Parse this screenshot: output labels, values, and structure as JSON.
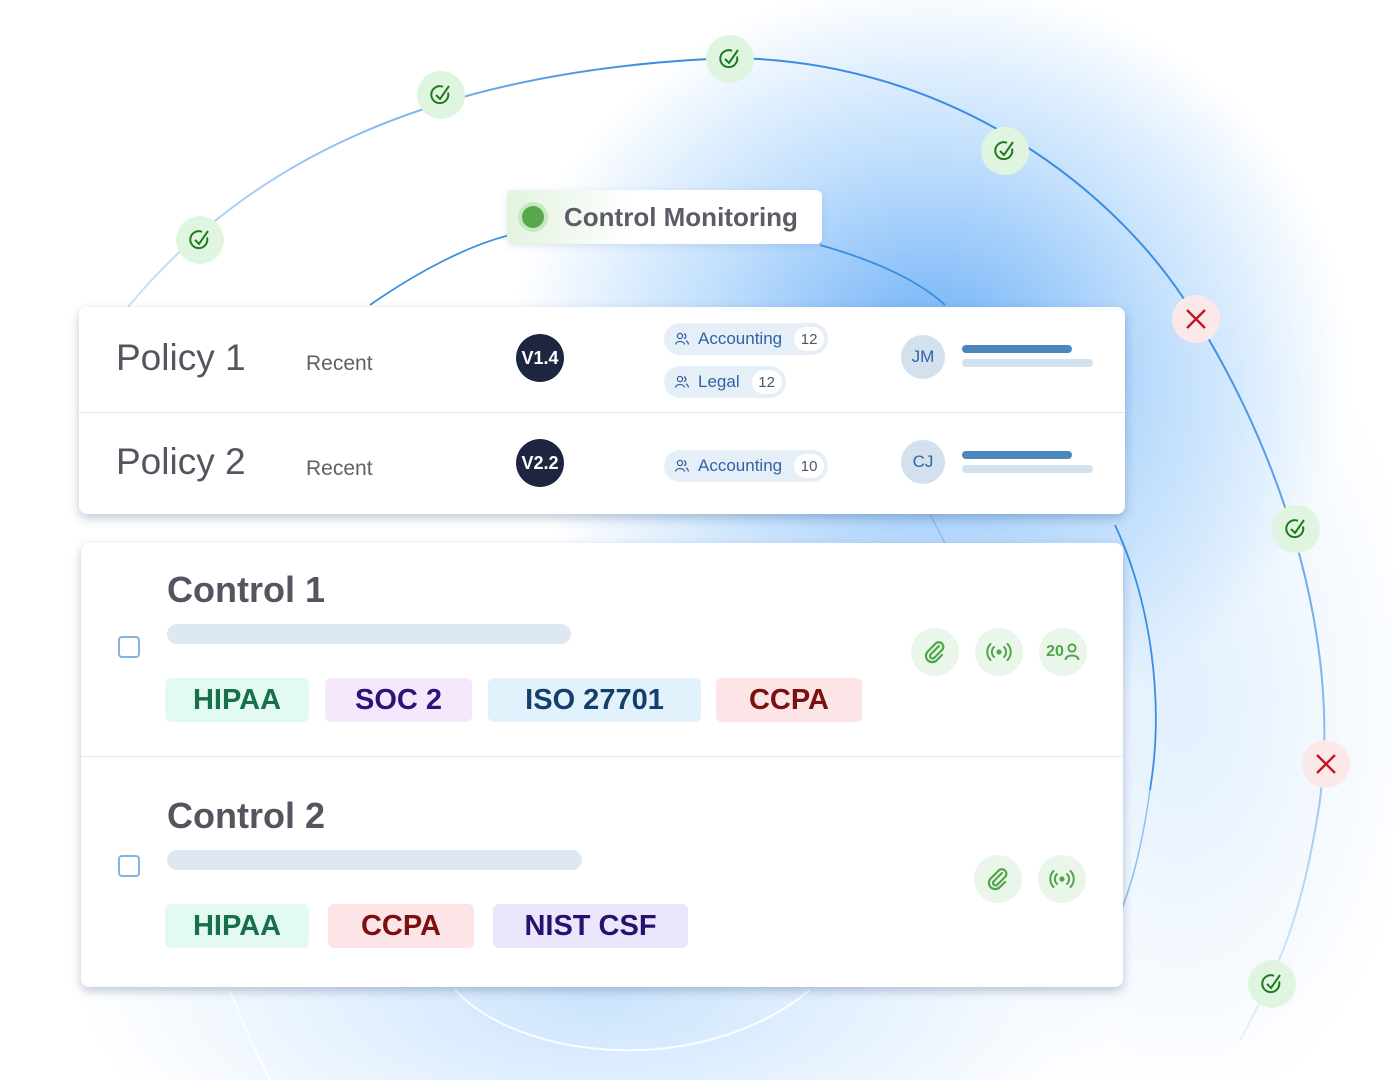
{
  "badge": {
    "label": "Control Monitoring",
    "status_color": "#5aa64f"
  },
  "orbit_nodes": [
    {
      "status": "pass",
      "icon": "check-circle-icon"
    },
    {
      "status": "pass",
      "icon": "check-circle-icon"
    },
    {
      "status": "pass",
      "icon": "check-circle-icon"
    },
    {
      "status": "pass",
      "icon": "check-circle-icon"
    },
    {
      "status": "fail",
      "icon": "x-icon"
    },
    {
      "status": "pass",
      "icon": "check-circle-icon"
    },
    {
      "status": "fail",
      "icon": "x-icon"
    },
    {
      "status": "pass",
      "icon": "check-circle-icon"
    }
  ],
  "policies": [
    {
      "title": "Policy 1",
      "status": "Recent",
      "version": "V1.4",
      "departments": [
        {
          "name": "Accounting",
          "count": "12"
        },
        {
          "name": "Legal",
          "count": "12"
        }
      ],
      "owner_initials": "JM"
    },
    {
      "title": "Policy 2",
      "status": "Recent",
      "version": "V2.2",
      "departments": [
        {
          "name": "Accounting",
          "count": "10"
        }
      ],
      "owner_initials": "CJ"
    }
  ],
  "controls": [
    {
      "title": "Control 1",
      "frameworks": [
        {
          "label": "HIPAA",
          "bg": "#e3faf2",
          "fg": "#17704a"
        },
        {
          "label": "SOC 2",
          "bg": "#f5e8fc",
          "fg": "#2f1278"
        },
        {
          "label": "ISO 27701",
          "bg": "#e2f2fd",
          "fg": "#143f6b"
        },
        {
          "label": "CCPA",
          "bg": "#fde4e6",
          "fg": "#7a1010"
        }
      ],
      "actions": [
        {
          "icon": "paperclip-icon"
        },
        {
          "icon": "broadcast-icon"
        },
        {
          "icon": "user-icon",
          "count": "20"
        }
      ]
    },
    {
      "title": "Control 2",
      "frameworks": [
        {
          "label": "HIPAA",
          "bg": "#e3faf2",
          "fg": "#17704a"
        },
        {
          "label": "CCPA",
          "bg": "#fde4e6",
          "fg": "#7a1010"
        },
        {
          "label": "NIST CSF",
          "bg": "#ebe6fb",
          "fg": "#24126e"
        }
      ],
      "actions": [
        {
          "icon": "paperclip-icon"
        },
        {
          "icon": "broadcast-icon"
        }
      ]
    }
  ]
}
